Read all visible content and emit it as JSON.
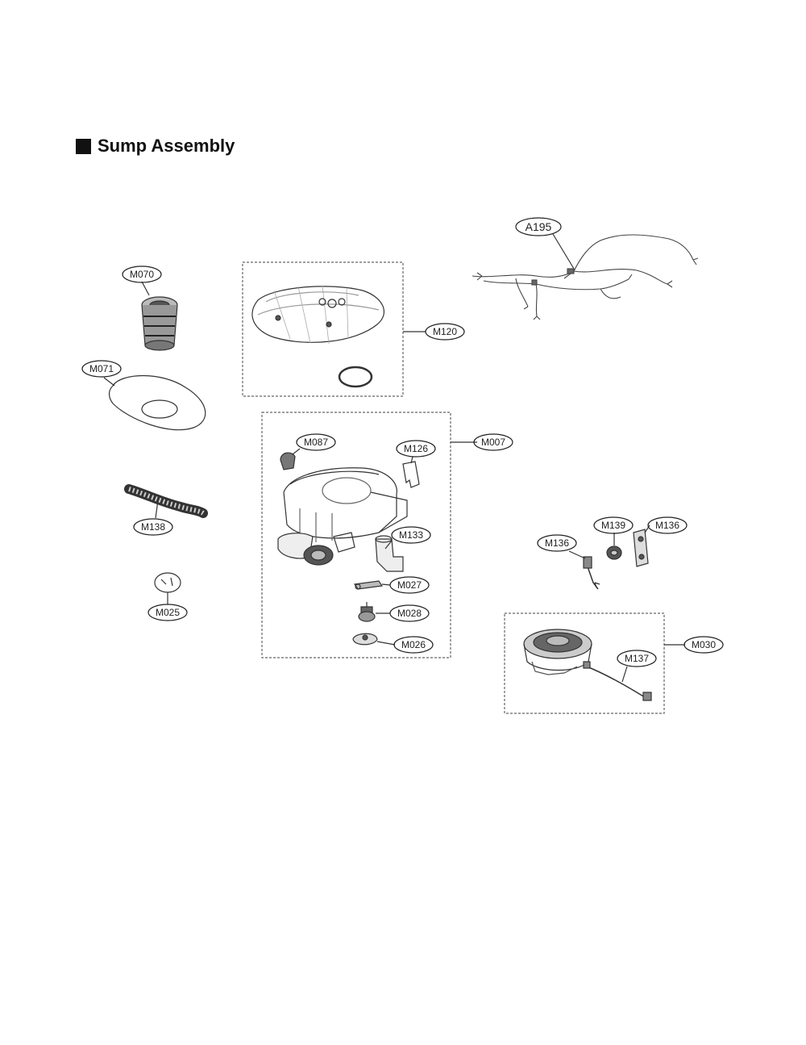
{
  "section_title": "Sump Assembly",
  "parts": {
    "A195": "A195",
    "M070": "M070",
    "M120": "M120",
    "M071": "M071",
    "M087": "M087",
    "M126": "M126",
    "M007": "M007",
    "M138": "M138",
    "M133": "M133",
    "M136_right": "M136",
    "M139": "M139",
    "M136_left": "M136",
    "M027": "M027",
    "M025": "M025",
    "M028": "M028",
    "M026": "M026",
    "M030": "M030",
    "M137": "M137"
  }
}
